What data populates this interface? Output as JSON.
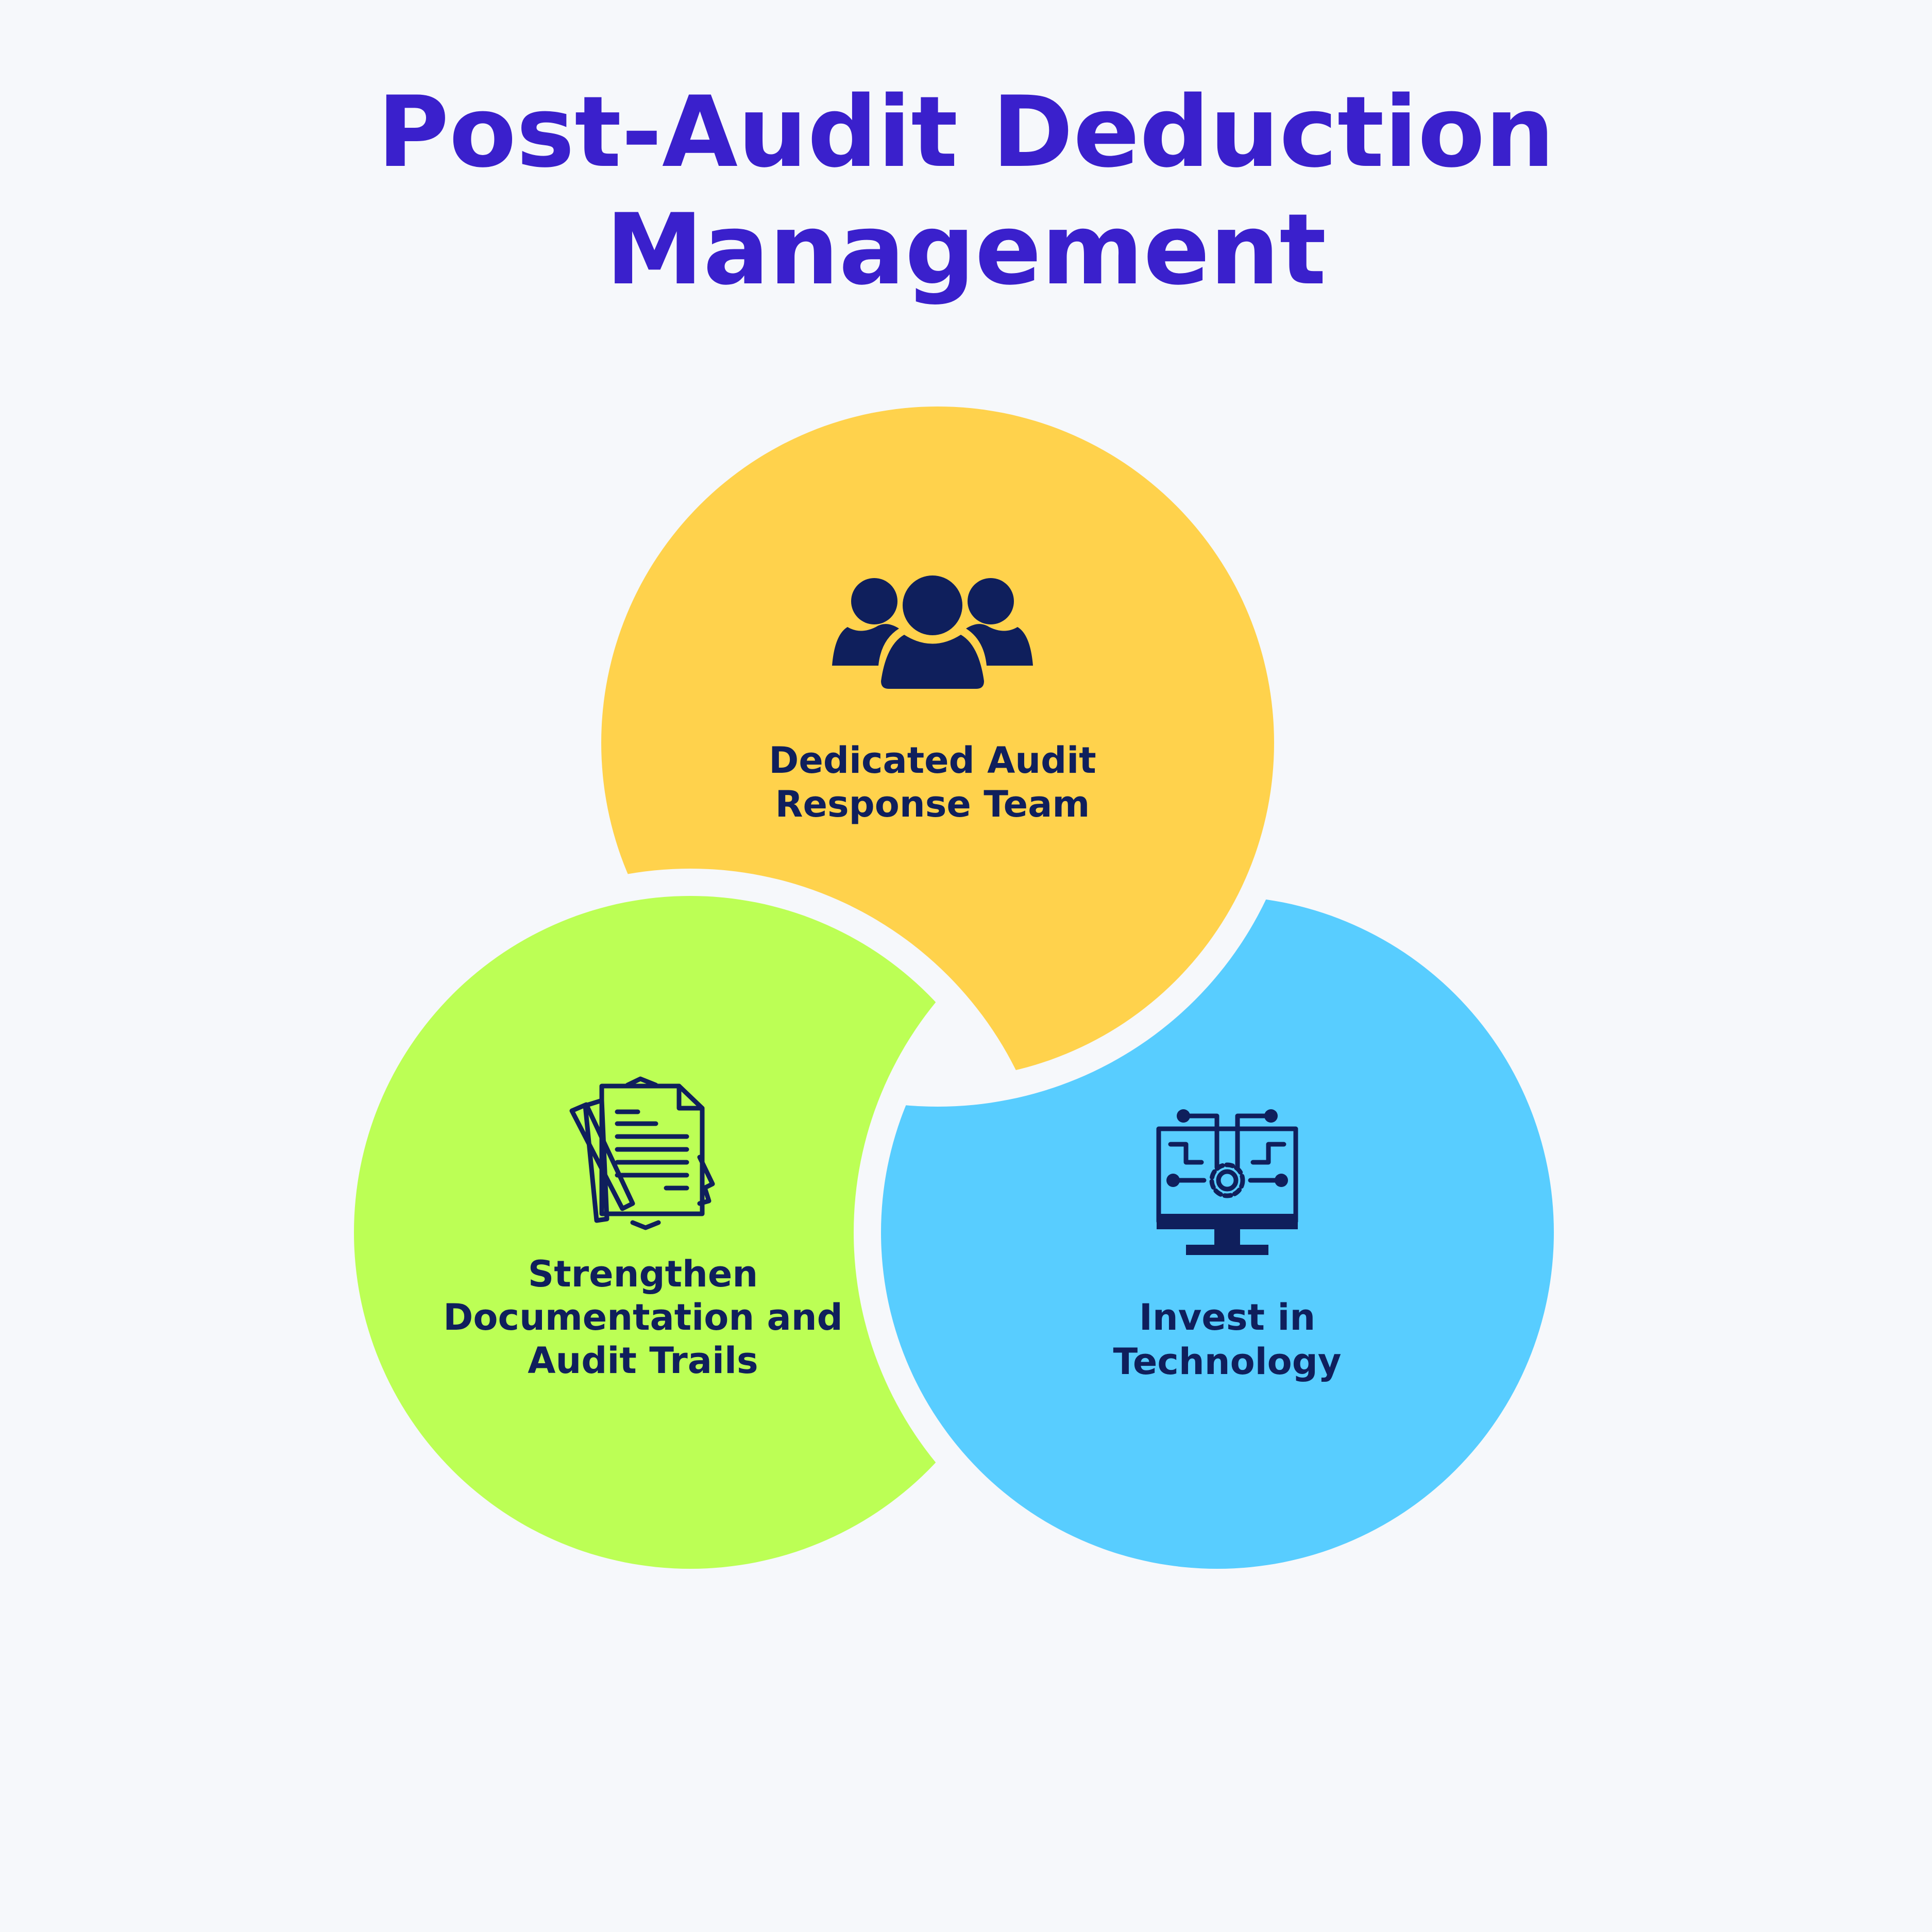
{
  "title": {
    "line1": "Post-Audit Deduction",
    "line2": "Management"
  },
  "colors": {
    "background": "#f6f8fb",
    "title": "#3a20cc",
    "text": "#0f1f5c",
    "yellow": "#ffd24c",
    "green": "#bcff55",
    "blue": "#58cdff"
  },
  "items": [
    {
      "icon": "team-icon",
      "line1": "Dedicated Audit",
      "line2": "Response Team"
    },
    {
      "icon": "documents-icon",
      "line1": "Strengthen",
      "line2": "Documentation and",
      "line3": "Audit Trails"
    },
    {
      "icon": "monitor-circuit-icon",
      "line1": "Invest in",
      "line2": "Technology"
    }
  ]
}
